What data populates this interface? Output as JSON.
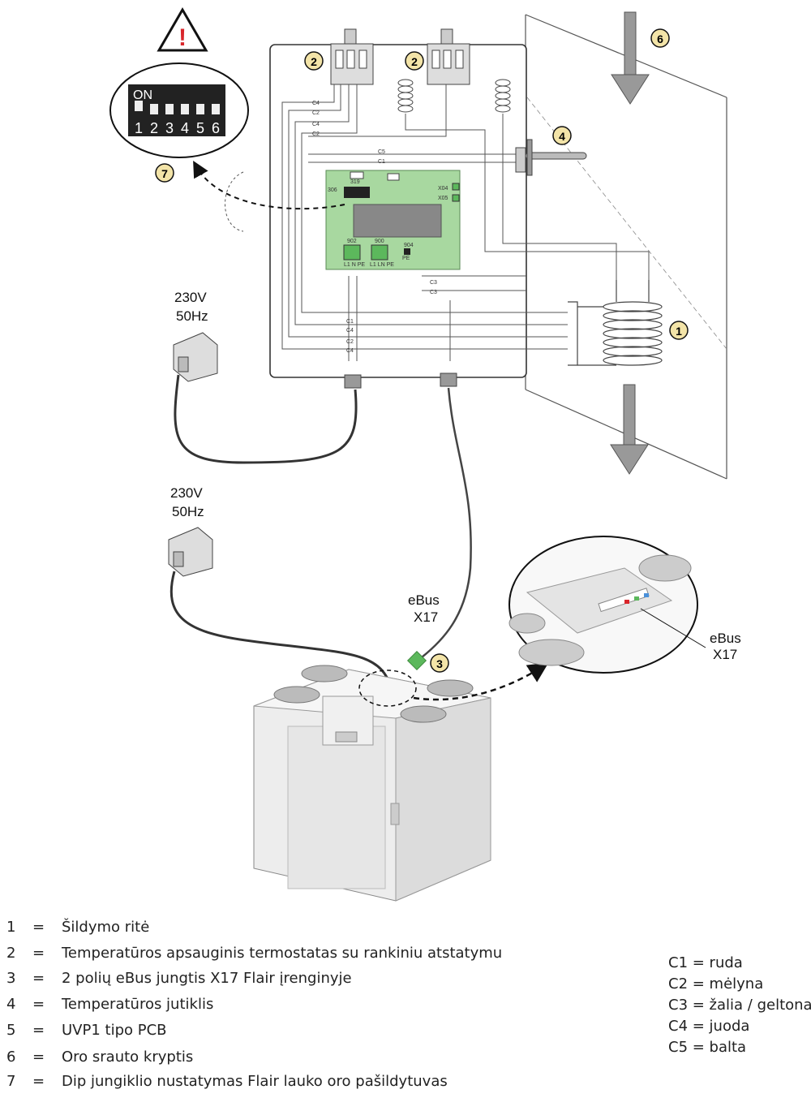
{
  "callouts": {
    "heating_coil": "1",
    "thermostat_left": "2",
    "thermostat_right": "2",
    "ebus_connector": "3",
    "temp_sensor": "4",
    "airflow": "6",
    "dip_switch": "7"
  },
  "warning": "!",
  "dip_switch": {
    "on_label": "ON",
    "numbers": [
      "1",
      "2",
      "3",
      "4",
      "5",
      "6"
    ]
  },
  "power_top": {
    "voltage": "230V",
    "frequency": "50Hz"
  },
  "power_bottom": {
    "voltage": "230V",
    "frequency": "50Hz"
  },
  "ebus_label": {
    "line1": "eBus",
    "line2": "X17"
  },
  "ebus_zoom_label": {
    "line1": "eBus",
    "line2": "X17"
  },
  "pcb": {
    "labels": [
      "319",
      "306",
      "X04",
      "X05",
      "902",
      "900",
      "904"
    ],
    "terminal_labels": [
      "L1 N PE",
      "L1 LN PE",
      "PE"
    ]
  },
  "wires": {
    "top_left": [
      "C4",
      "C2",
      "C4",
      "C2"
    ],
    "sensor": [
      "C5",
      "C1"
    ],
    "right": [
      "C3",
      "C3"
    ],
    "bottom": [
      "C1",
      "C4",
      "C2",
      "C4"
    ]
  },
  "legend": [
    {
      "num": "1",
      "eq": "=",
      "text": "Šildymo ritė"
    },
    {
      "num": "2",
      "eq": "=",
      "text": "Temperatūros apsauginis termostatas su rankiniu atstatymu"
    },
    {
      "num": "3",
      "eq": "=",
      "text": "2 polių eBus jungtis X17 Flair įrenginyje"
    },
    {
      "num": "4",
      "eq": "=",
      "text": "Temperatūros jutiklis"
    },
    {
      "num": "5",
      "eq": "=",
      "text": "UVP1 tipo PCB"
    },
    {
      "num": "6",
      "eq": "=",
      "text": "Oro srauto kryptis"
    },
    {
      "num": "7",
      "eq": "=",
      "text": "Dip jungiklio nustatymas Flair lauko oro pašildytuvas"
    }
  ],
  "wire_codes": [
    "C1 = ruda",
    "C2 = mėlyna",
    "C3 = žalia / geltona",
    "C4 = juoda",
    "C5 = balta"
  ],
  "colors": {
    "callout_fill": "#f3e4a8",
    "pcb_green": "#a8d8a0",
    "connector_green": "#5cb85c",
    "unit_body": "#ededed"
  }
}
